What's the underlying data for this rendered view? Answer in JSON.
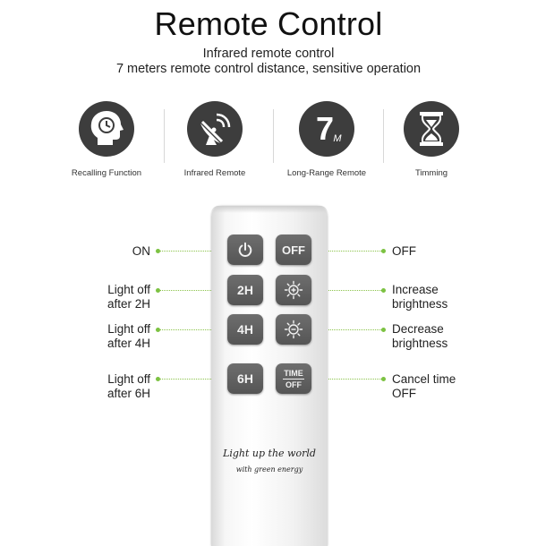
{
  "header": {
    "title": "Remote Control",
    "subtitle_line1": "Infrared remote control",
    "subtitle_line2": "7 meters remote control distance, sensitive operation"
  },
  "features": [
    {
      "icon": "head-clock-icon",
      "label": "Recalling Function"
    },
    {
      "icon": "satellite-dish-icon",
      "label": "Infrared Remote"
    },
    {
      "icon": "range-7m-icon",
      "label": "Long-Range Remote",
      "badge_number": "7",
      "badge_unit": "M"
    },
    {
      "icon": "hourglass-icon",
      "label": "Timming"
    }
  ],
  "remote": {
    "buttons": {
      "on": {
        "icon": "power-icon"
      },
      "off": "OFF",
      "h2": "2H",
      "brighter": {
        "icon": "brightness-up-icon"
      },
      "h4": "4H",
      "dimmer": {
        "icon": "brightness-down-icon"
      },
      "h6": "6H",
      "time_off_top": "TIME",
      "time_off_bottom": "OFF"
    },
    "brand_line1": "Light up the world",
    "brand_line2": "with green energy"
  },
  "callouts": {
    "left": {
      "on": "ON",
      "after2_l1": "Light off",
      "after2_l2": "after 2H",
      "after4_l1": "Light off",
      "after4_l2": "after 4H",
      "after6_l1": "Light off",
      "after6_l2": "after 6H"
    },
    "right": {
      "off": "OFF",
      "inc_l1": "Increase",
      "inc_l2": "brightness",
      "dec_l1": "Decrease",
      "dec_l2": "brightness",
      "cancel_l1": "Cancel time",
      "cancel_l2": "OFF"
    }
  },
  "colors": {
    "accent_green": "#7cc242",
    "icon_dark": "#3d3d3d",
    "button_gray": "#5f5f5f"
  }
}
